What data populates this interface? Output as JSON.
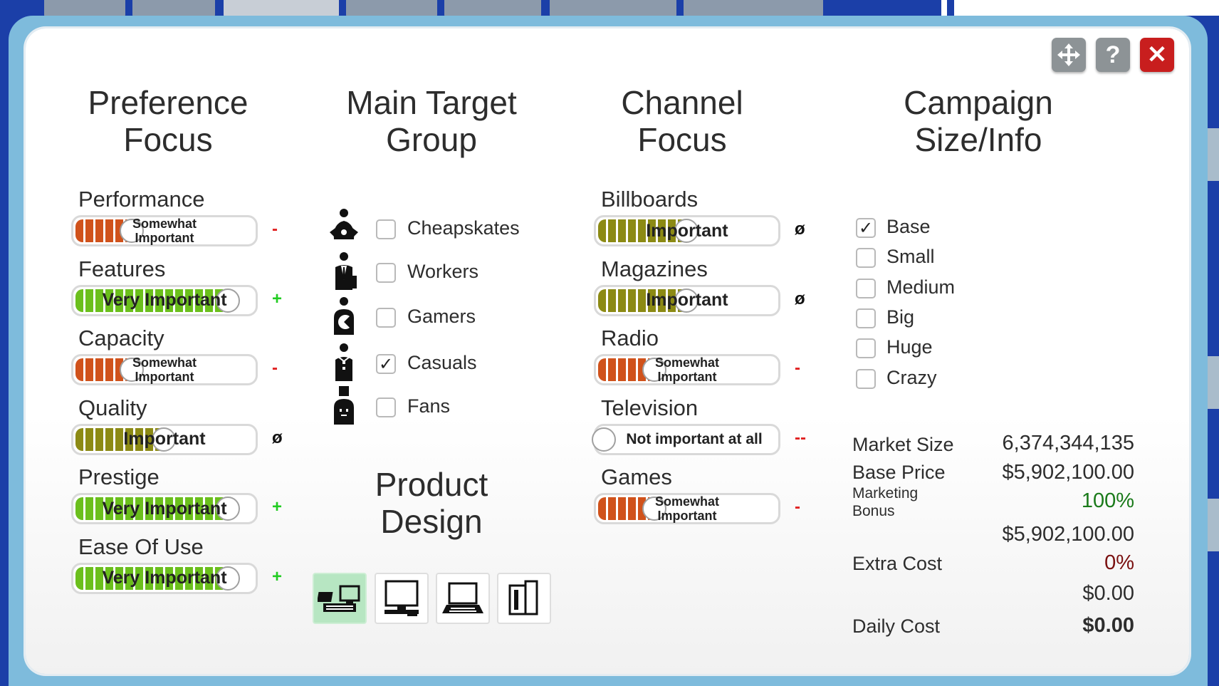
{
  "window": {
    "buttons": {
      "move_icon": "move-icon",
      "help_label": "?",
      "close_label": "✕"
    }
  },
  "columns": {
    "preference": {
      "title_line1": "Preference",
      "title_line2": "Focus"
    },
    "target": {
      "title_line1": "Main Target",
      "title_line2": "Group"
    },
    "channel": {
      "title_line1": "Channel",
      "title_line2": "Focus"
    },
    "campaign": {
      "title_line1": "Campaign",
      "title_line2": "Size/Info"
    },
    "product_design": {
      "title_line1": "Product",
      "title_line2": "Design"
    }
  },
  "preferences": [
    {
      "label": "Performance",
      "level_line1": "Somewhat",
      "level_line2": "Important",
      "sign": "-",
      "sign_color": "#e02020",
      "bar_color": "#d0521b",
      "level": 0.25
    },
    {
      "label": "Features",
      "level_text": "Very Important",
      "sign": "+",
      "sign_color": "#22cc22",
      "bar_color": "#6bbf1c",
      "level": 1.0
    },
    {
      "label": "Capacity",
      "level_line1": "Somewhat",
      "level_line2": "Important",
      "sign": "-",
      "sign_color": "#e02020",
      "bar_color": "#d0521b",
      "level": 0.25
    },
    {
      "label": "Quality",
      "level_text": "Important",
      "sign": "ø",
      "sign_color": "#111111",
      "bar_color": "#8c8a14",
      "level": 0.5
    },
    {
      "label": "Prestige",
      "level_text": "Very Important",
      "sign": "+",
      "sign_color": "#22cc22",
      "bar_color": "#6bbf1c",
      "level": 1.0
    },
    {
      "label": "Ease Of Use",
      "level_text": "Very Important",
      "sign": "+",
      "sign_color": "#22cc22",
      "bar_color": "#6bbf1c",
      "level": 1.0
    }
  ],
  "target_groups": [
    {
      "label": "Cheapskates",
      "checked": false,
      "icon": "cheapskate-icon"
    },
    {
      "label": "Workers",
      "checked": false,
      "icon": "worker-icon"
    },
    {
      "label": "Gamers",
      "checked": false,
      "icon": "gamer-icon"
    },
    {
      "label": "Casuals",
      "checked": true,
      "icon": "casual-icon"
    },
    {
      "label": "Fans",
      "checked": false,
      "icon": "fan-icon"
    }
  ],
  "channels": [
    {
      "label": "Billboards",
      "level_text": "Important",
      "sign": "ø",
      "sign_color": "#111111",
      "bar_color": "#8c8a14",
      "level": 0.5
    },
    {
      "label": "Magazines",
      "level_text": "Important",
      "sign": "ø",
      "sign_color": "#111111",
      "bar_color": "#8c8a14",
      "level": 0.5
    },
    {
      "label": "Radio",
      "level_line1": "Somewhat",
      "level_line2": "Important",
      "sign": "-",
      "sign_color": "#e02020",
      "bar_color": "#d0521b",
      "level": 0.25
    },
    {
      "label": "Television",
      "level_text": "Not important at all",
      "sign": "--",
      "sign_color": "#e02020",
      "bar_color": "#ffffff",
      "level": 0.0
    },
    {
      "label": "Games",
      "level_line1": "Somewhat",
      "level_line2": "Important",
      "sign": "-",
      "sign_color": "#e02020",
      "bar_color": "#d0521b",
      "level": 0.25
    }
  ],
  "campaign_sizes": [
    {
      "label": "Base",
      "checked": true
    },
    {
      "label": "Small",
      "checked": false
    },
    {
      "label": "Medium",
      "checked": false
    },
    {
      "label": "Big",
      "checked": false
    },
    {
      "label": "Huge",
      "checked": false
    },
    {
      "label": "Crazy",
      "checked": false
    }
  ],
  "info": {
    "market_size_label": "Market Size",
    "market_size_value": "6,374,344,135",
    "base_price_label": "Base Price",
    "base_price_value": "$5,902,100.00",
    "marketing_bonus_line1": "Marketing",
    "marketing_bonus_line2": "Bonus",
    "marketing_bonus_value": "100%",
    "marketing_bonus_color": "#1a7a1a",
    "bonus_total_value": "$5,902,100.00",
    "extra_cost_label": "Extra Cost",
    "extra_cost_value": "0%",
    "extra_cost_color": "#7a1010",
    "extra_cost_total_value": "$0.00",
    "daily_cost_label": "Daily Cost",
    "daily_cost_value": "$0.00"
  },
  "product_design": {
    "selected_index": 0,
    "buttons": [
      {
        "icon": "all-devices-icon"
      },
      {
        "icon": "desktop-computer-icon"
      },
      {
        "icon": "laptop-icon"
      },
      {
        "icon": "tablet-phone-icon"
      }
    ]
  }
}
